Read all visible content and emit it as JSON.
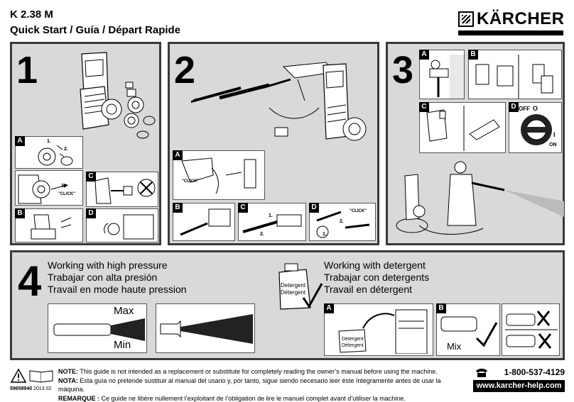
{
  "header": {
    "model": "K 2.38 M",
    "subtitle": "Quick Start / Guía / Départ Rapide",
    "brand": "KÄRCHER"
  },
  "panels": {
    "p1": {
      "number": "1",
      "labels": [
        "A",
        "B",
        "C",
        "D"
      ],
      "step_a": [
        "1.",
        "2.",
        "3."
      ],
      "click": "\"CLICK\""
    },
    "p2": {
      "number": "2",
      "labels": [
        "A",
        "B",
        "C",
        "D"
      ],
      "click": "\"CLICK\"",
      "step_c": [
        "1.",
        "2."
      ],
      "step_d": [
        "1.",
        "2."
      ]
    },
    "p3": {
      "number": "3",
      "labels": [
        "A",
        "B",
        "C",
        "D"
      ],
      "switch_off": "OFF",
      "switch_off_symbol": "O",
      "switch_on_symbol": "I",
      "switch_on": "ON"
    },
    "p4": {
      "number": "4",
      "pressure": [
        "Working with high pressure",
        "Trabajar con alta presión",
        "Travail en mode haute pression"
      ],
      "detergent": [
        "Working with detergent",
        "Trabajar con detergents",
        "Travail en détergent"
      ],
      "bottle": [
        "Detergent",
        "Détergent"
      ],
      "max": "Max",
      "min": "Min",
      "mix": "Mix",
      "labels": [
        "A",
        "B"
      ]
    }
  },
  "footer": {
    "code": "59658940",
    "date": "2013.02",
    "notes": [
      {
        "label": "NOTE:",
        "text": "This guide is not intended as a replacement or substitute for completely reading the owner’s manual before using the machine."
      },
      {
        "label": "NOTA:",
        "text": "Esta guía no pretende sustituir al manual del usario y, por tanto, sigue siendo necesario leer éste íntegramente antes de usar la máquina."
      },
      {
        "label": "REMARQUE :",
        "text": "Ce guide ne libère nullement l’exploitant de l’obligation de lire le manuel complet avant d’utiliser la machine."
      }
    ],
    "phone": "1-800-537-4129",
    "web": "www.karcher-help.com"
  }
}
